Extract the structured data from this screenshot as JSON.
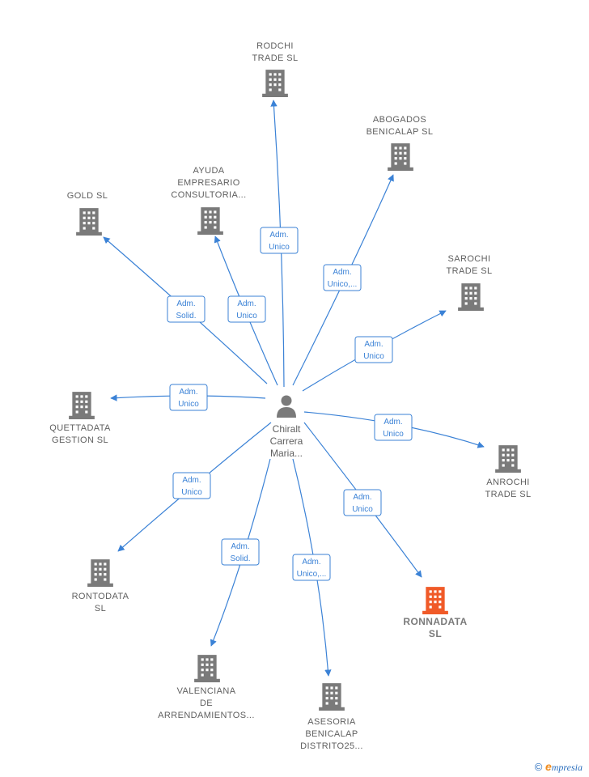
{
  "colors": {
    "edge": "#3b82d6",
    "building": "#7a7a7a",
    "building_highlight": "#f05a28",
    "person": "#7a7a7a",
    "label": "#5f5f5f"
  },
  "center": {
    "name_lines": [
      "Chiralt",
      "Carrera",
      "Maria..."
    ],
    "icon": "person-icon"
  },
  "nodes": [
    {
      "id": "rodchi",
      "name_lines": [
        "RODCHI",
        "TRADE  SL"
      ],
      "role_lines": [
        "Adm.",
        "Unico"
      ],
      "highlight": false
    },
    {
      "id": "abogados",
      "name_lines": [
        "ABOGADOS",
        "BENICALAP  SL"
      ],
      "role_lines": [
        "Adm.",
        "Unico,..."
      ],
      "highlight": false
    },
    {
      "id": "ayuda",
      "name_lines": [
        "AYUDA",
        "EMPRESARIO",
        "CONSULTORIA..."
      ],
      "role_lines": [
        "Adm.",
        "Unico"
      ],
      "highlight": false
    },
    {
      "id": "gold",
      "name_lines": [
        "GOLD  SL"
      ],
      "role_lines": [
        "Adm.",
        "Solid."
      ],
      "highlight": false
    },
    {
      "id": "sarochi",
      "name_lines": [
        "SAROCHI",
        "TRADE  SL"
      ],
      "role_lines": [
        "Adm.",
        "Unico"
      ],
      "highlight": false
    },
    {
      "id": "quettadata",
      "name_lines": [
        "QUETTADATA",
        "GESTION  SL"
      ],
      "role_lines": [
        "Adm.",
        "Unico"
      ],
      "highlight": false
    },
    {
      "id": "anrochi",
      "name_lines": [
        "ANROCHI",
        "TRADE  SL"
      ],
      "role_lines": [
        "Adm.",
        "Unico"
      ],
      "highlight": false
    },
    {
      "id": "rontodata",
      "name_lines": [
        "RONTODATA",
        "SL"
      ],
      "role_lines": [
        "Adm.",
        "Unico"
      ],
      "highlight": false
    },
    {
      "id": "ronnadata",
      "name_lines": [
        "RONNADATA",
        "SL"
      ],
      "role_lines": [
        "Adm.",
        "Unico"
      ],
      "highlight": true
    },
    {
      "id": "valenciana",
      "name_lines": [
        "VALENCIANA",
        "DE",
        "ARRENDAMIENTOS..."
      ],
      "role_lines": [
        "Adm.",
        "Solid."
      ],
      "highlight": false
    },
    {
      "id": "asesoria",
      "name_lines": [
        "ASESORIA",
        "BENICALAP",
        "DISTRITO25..."
      ],
      "role_lines": [
        "Adm.",
        "Unico,..."
      ],
      "highlight": false
    }
  ],
  "footer": {
    "symbol": "©",
    "brand_initial": "e",
    "brand_rest": "mpresia"
  }
}
